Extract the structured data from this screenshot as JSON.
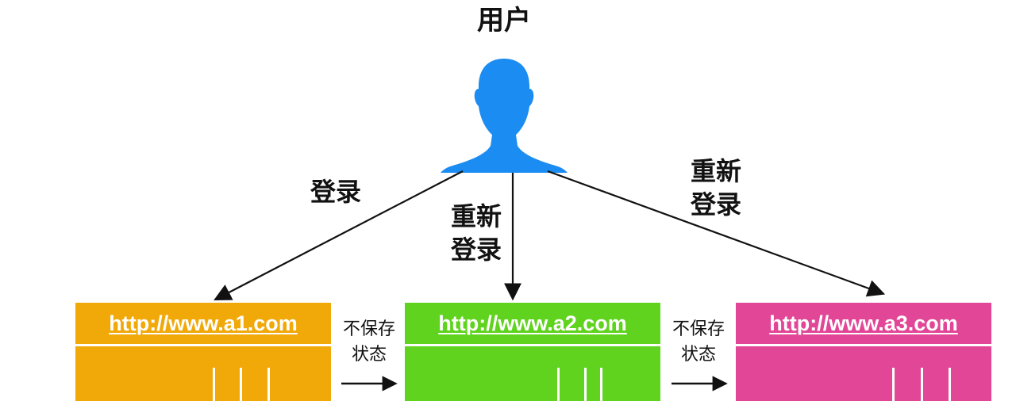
{
  "user": {
    "title": "用户",
    "icon": "person-silhouette-icon",
    "color": "#1b8cf2"
  },
  "edges": {
    "to_site1": "登录",
    "to_site2_line1": "重新",
    "to_site2_line2": "登录",
    "to_site3_line1": "重新",
    "to_site3_line2": "登录"
  },
  "sites": [
    {
      "url": "http://www.a1.com",
      "color": "#f1a90a"
    },
    {
      "url": "http://www.a2.com",
      "color": "#5fd31d"
    },
    {
      "url": "http://www.a3.com",
      "color": "#e24696"
    }
  ],
  "between": [
    {
      "line1": "不保存",
      "line2": "状态"
    },
    {
      "line1": "不保存",
      "line2": "状态"
    }
  ]
}
